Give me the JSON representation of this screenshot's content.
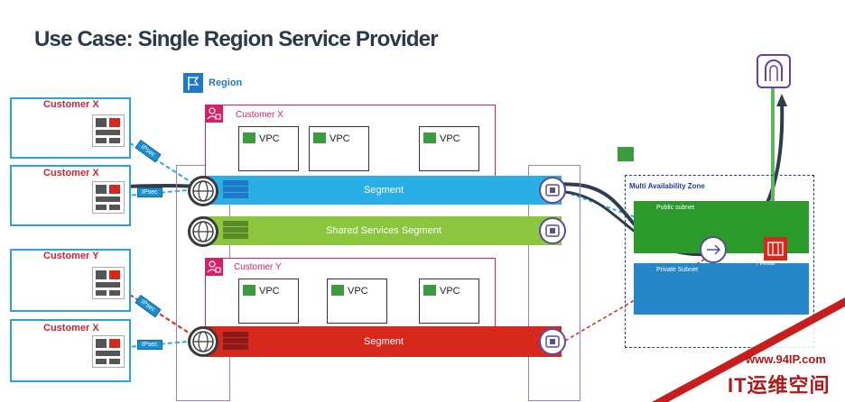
{
  "title": "Use Case: Single Region Service Provider",
  "region_label": "Region",
  "customers": [
    {
      "label": "Customer X"
    },
    {
      "label": "Customer X"
    },
    {
      "label": "Customer Y"
    },
    {
      "label": "Customer X"
    }
  ],
  "ipsec_label": "IPsec",
  "accounts": [
    {
      "label": "Customer X",
      "vpcs": [
        "VPC",
        "VPC",
        "VPC"
      ]
    },
    {
      "label": "Customer Y",
      "vpcs": [
        "VPC",
        "VPC",
        "VPC"
      ]
    }
  ],
  "segments": [
    {
      "label": "Segment",
      "color": "#29aee6"
    },
    {
      "label": "Shared Services Segment",
      "color": "#8cc63f"
    },
    {
      "label": "Segment",
      "color": "#d7281e"
    }
  ],
  "maz": {
    "label": "Multi Availability Zone",
    "public_subnet": "Public subnet",
    "private_subnet": "Private Subnet",
    "firewall_label": "Firewall"
  },
  "watermark": {
    "url": "www.94IP.com",
    "text": "IT运维空间"
  },
  "colors": {
    "customer_border": "#29a3d8",
    "customer_label": "#d6203a",
    "account": "#d6206b",
    "region": "#1f78c8",
    "segment_blue": "#29aee6",
    "segment_green": "#8cc63f",
    "segment_red": "#d7281e",
    "public_subnet": "#2b9a2b",
    "private_subnet": "#2586c8",
    "internet_line": "#5db85d"
  }
}
